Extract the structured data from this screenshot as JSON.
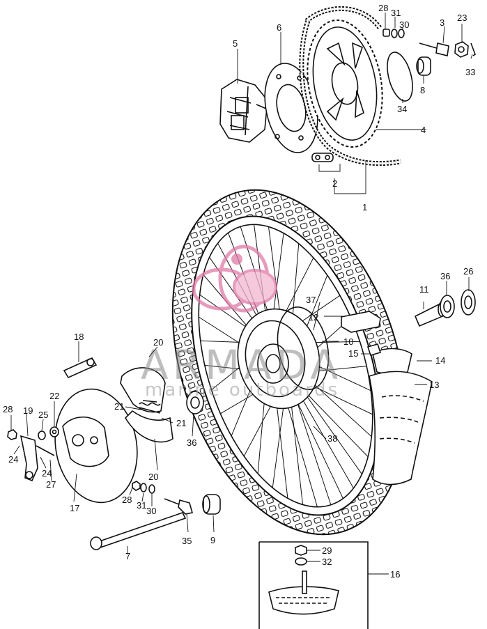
{
  "watermark": {
    "title": "ARMADA",
    "subtitle": "marine outboards",
    "logo_color": "#e07aa8",
    "text_color": "#8a8a8a"
  },
  "part_numbers": {
    "p1": "1",
    "p2": "2",
    "p3": "3",
    "p4": "4",
    "p5": "5",
    "p6": "6",
    "p7": "7",
    "p8": "8",
    "p9": "9",
    "p10": "10",
    "p11": "11",
    "p12": "12",
    "p13": "13",
    "p14": "14",
    "p15": "15",
    "p16": "16",
    "p17": "17",
    "p18": "18",
    "p19": "19",
    "p20a": "20",
    "p20b": "20",
    "p21a": "21",
    "p21b": "21",
    "p22": "22",
    "p23": "23",
    "p24a": "24",
    "p24b": "24",
    "p25": "25",
    "p26": "26",
    "p27": "27",
    "p28a": "28",
    "p28b": "28",
    "p28c": "28",
    "p29": "29",
    "p30a": "30",
    "p30b": "30",
    "p31a": "31",
    "p31b": "31",
    "p32": "32",
    "p33": "33",
    "p34": "34",
    "p35": "35",
    "p36a": "36",
    "p36b": "36",
    "p37": "37",
    "p38": "38"
  }
}
